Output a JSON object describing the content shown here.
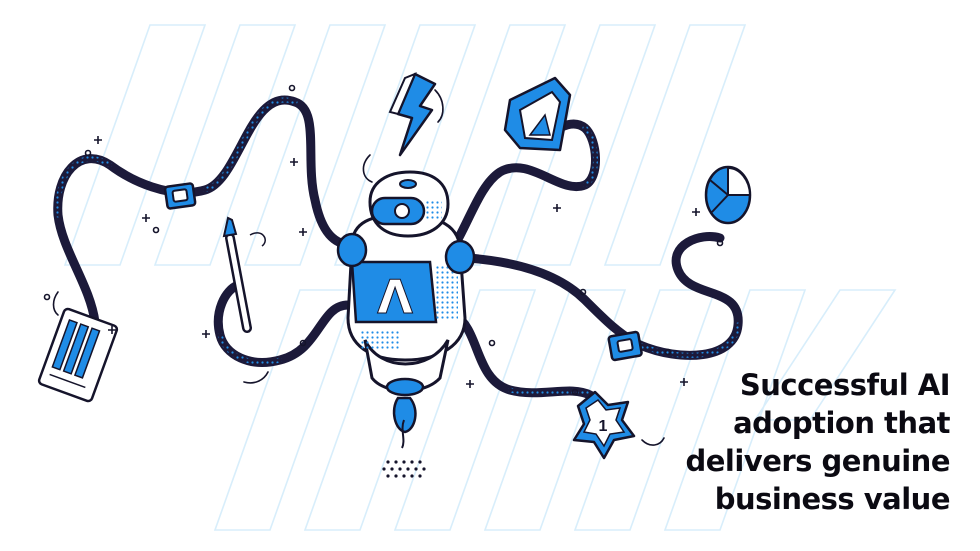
{
  "headline": {
    "lines": [
      "Successful AI",
      "adoption that",
      "delivers genuine",
      "business value"
    ]
  },
  "robot": {
    "chest_letter": "Λ"
  },
  "star_badge": {
    "value": "1"
  },
  "colors": {
    "accent": "#1f8ce6",
    "light_accent": "#dcf0fc",
    "ink": "#1c1a3a",
    "outline": "#15142b",
    "background": "#ffffff",
    "text": "#0b0a12"
  },
  "icons": [
    "robot-icon",
    "lightning-bolt-icon",
    "monitor-icon",
    "pie-chart-icon",
    "paintbrush-icon",
    "document-icon",
    "star-badge-icon",
    "square-link-icon"
  ]
}
